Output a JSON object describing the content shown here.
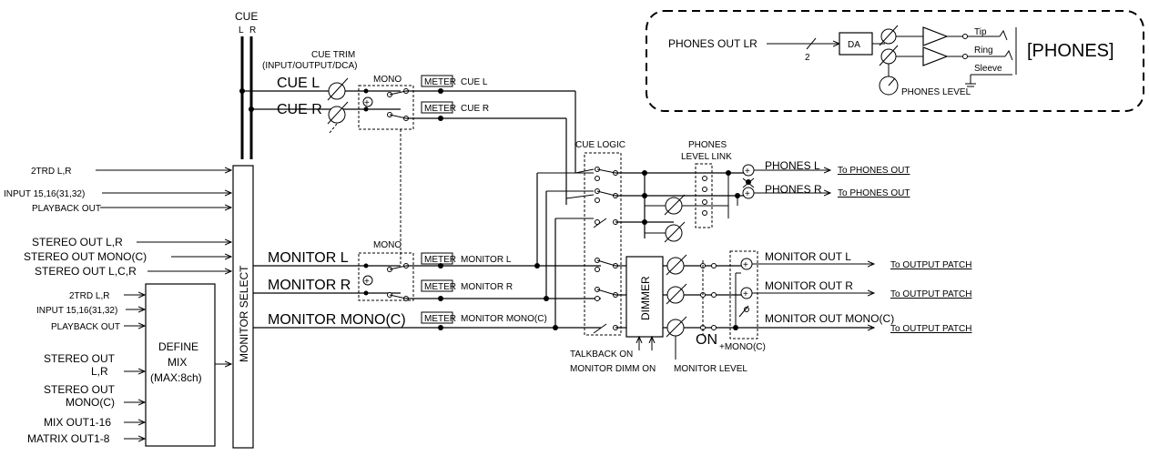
{
  "cue": {
    "title": "CUE",
    "l": "L",
    "r": "R"
  },
  "cue_trim": {
    "line1": "CUE TRIM",
    "line2": "(INPUT/OUTPUT/DCA)"
  },
  "cue_bus": {
    "l": "CUE L",
    "r": "CUE R"
  },
  "mono_label": "MONO",
  "meter_label": "METER",
  "meter_outs": [
    "CUE L",
    "CUE R",
    "MONITOR L",
    "MONITOR R",
    "MONITOR MONO(C)"
  ],
  "monitor_select_inputs": [
    "2TRD L,R",
    "INPUT 15,16(31,32)",
    "PLAYBACK OUT",
    "STEREO OUT L,R",
    "STEREO OUT MONO(C)",
    "STEREO OUT L,C,R"
  ],
  "define_mix_inputs": [
    "2TRD L,R",
    "INPUT 15,16(31,32)",
    "PLAYBACK OUT"
  ],
  "define_mix_stereo_lr": [
    "STEREO OUT",
    "L,R"
  ],
  "define_mix_stereo_mono": [
    "STEREO OUT",
    "MONO(C)"
  ],
  "define_mix_lower": [
    "MIX OUT1-16",
    "MATRIX OUT1-8"
  ],
  "define_mix": {
    "line1": "DEFINE",
    "line2": "MIX",
    "line3": "(MAX:8ch)"
  },
  "monitor_select": "MONITOR SELECT",
  "monitor_bus": {
    "l": "MONITOR L",
    "r": "MONITOR R",
    "mono": "MONITOR MONO(C)"
  },
  "cue_logic": "CUE LOGIC",
  "phones_level_link": {
    "line1": "PHONES",
    "line2": "LEVEL LINK"
  },
  "phones_outs": [
    "PHONES L",
    "PHONES R"
  ],
  "to_phones": "To PHONES OUT",
  "dimmer": "DIMMER",
  "on_label": "ON",
  "talkback_on": "TALKBACK ON",
  "monitor_dimm_on": "MONITOR DIMM ON",
  "monitor_level": "MONITOR LEVEL",
  "mono_c_sum": "+MONO(C)",
  "monitor_outs": [
    "MONITOR OUT L",
    "MONITOR OUT R",
    "MONITOR OUT MONO(C)"
  ],
  "to_output_patch": "To OUTPUT PATCH",
  "phones_box": {
    "input": "PHONES OUT LR",
    "two": "2",
    "da": "DA",
    "tip": "Tip",
    "ring": "Ring",
    "sleeve": "Sleeve",
    "jack": "[PHONES]",
    "level": "PHONES LEVEL"
  }
}
